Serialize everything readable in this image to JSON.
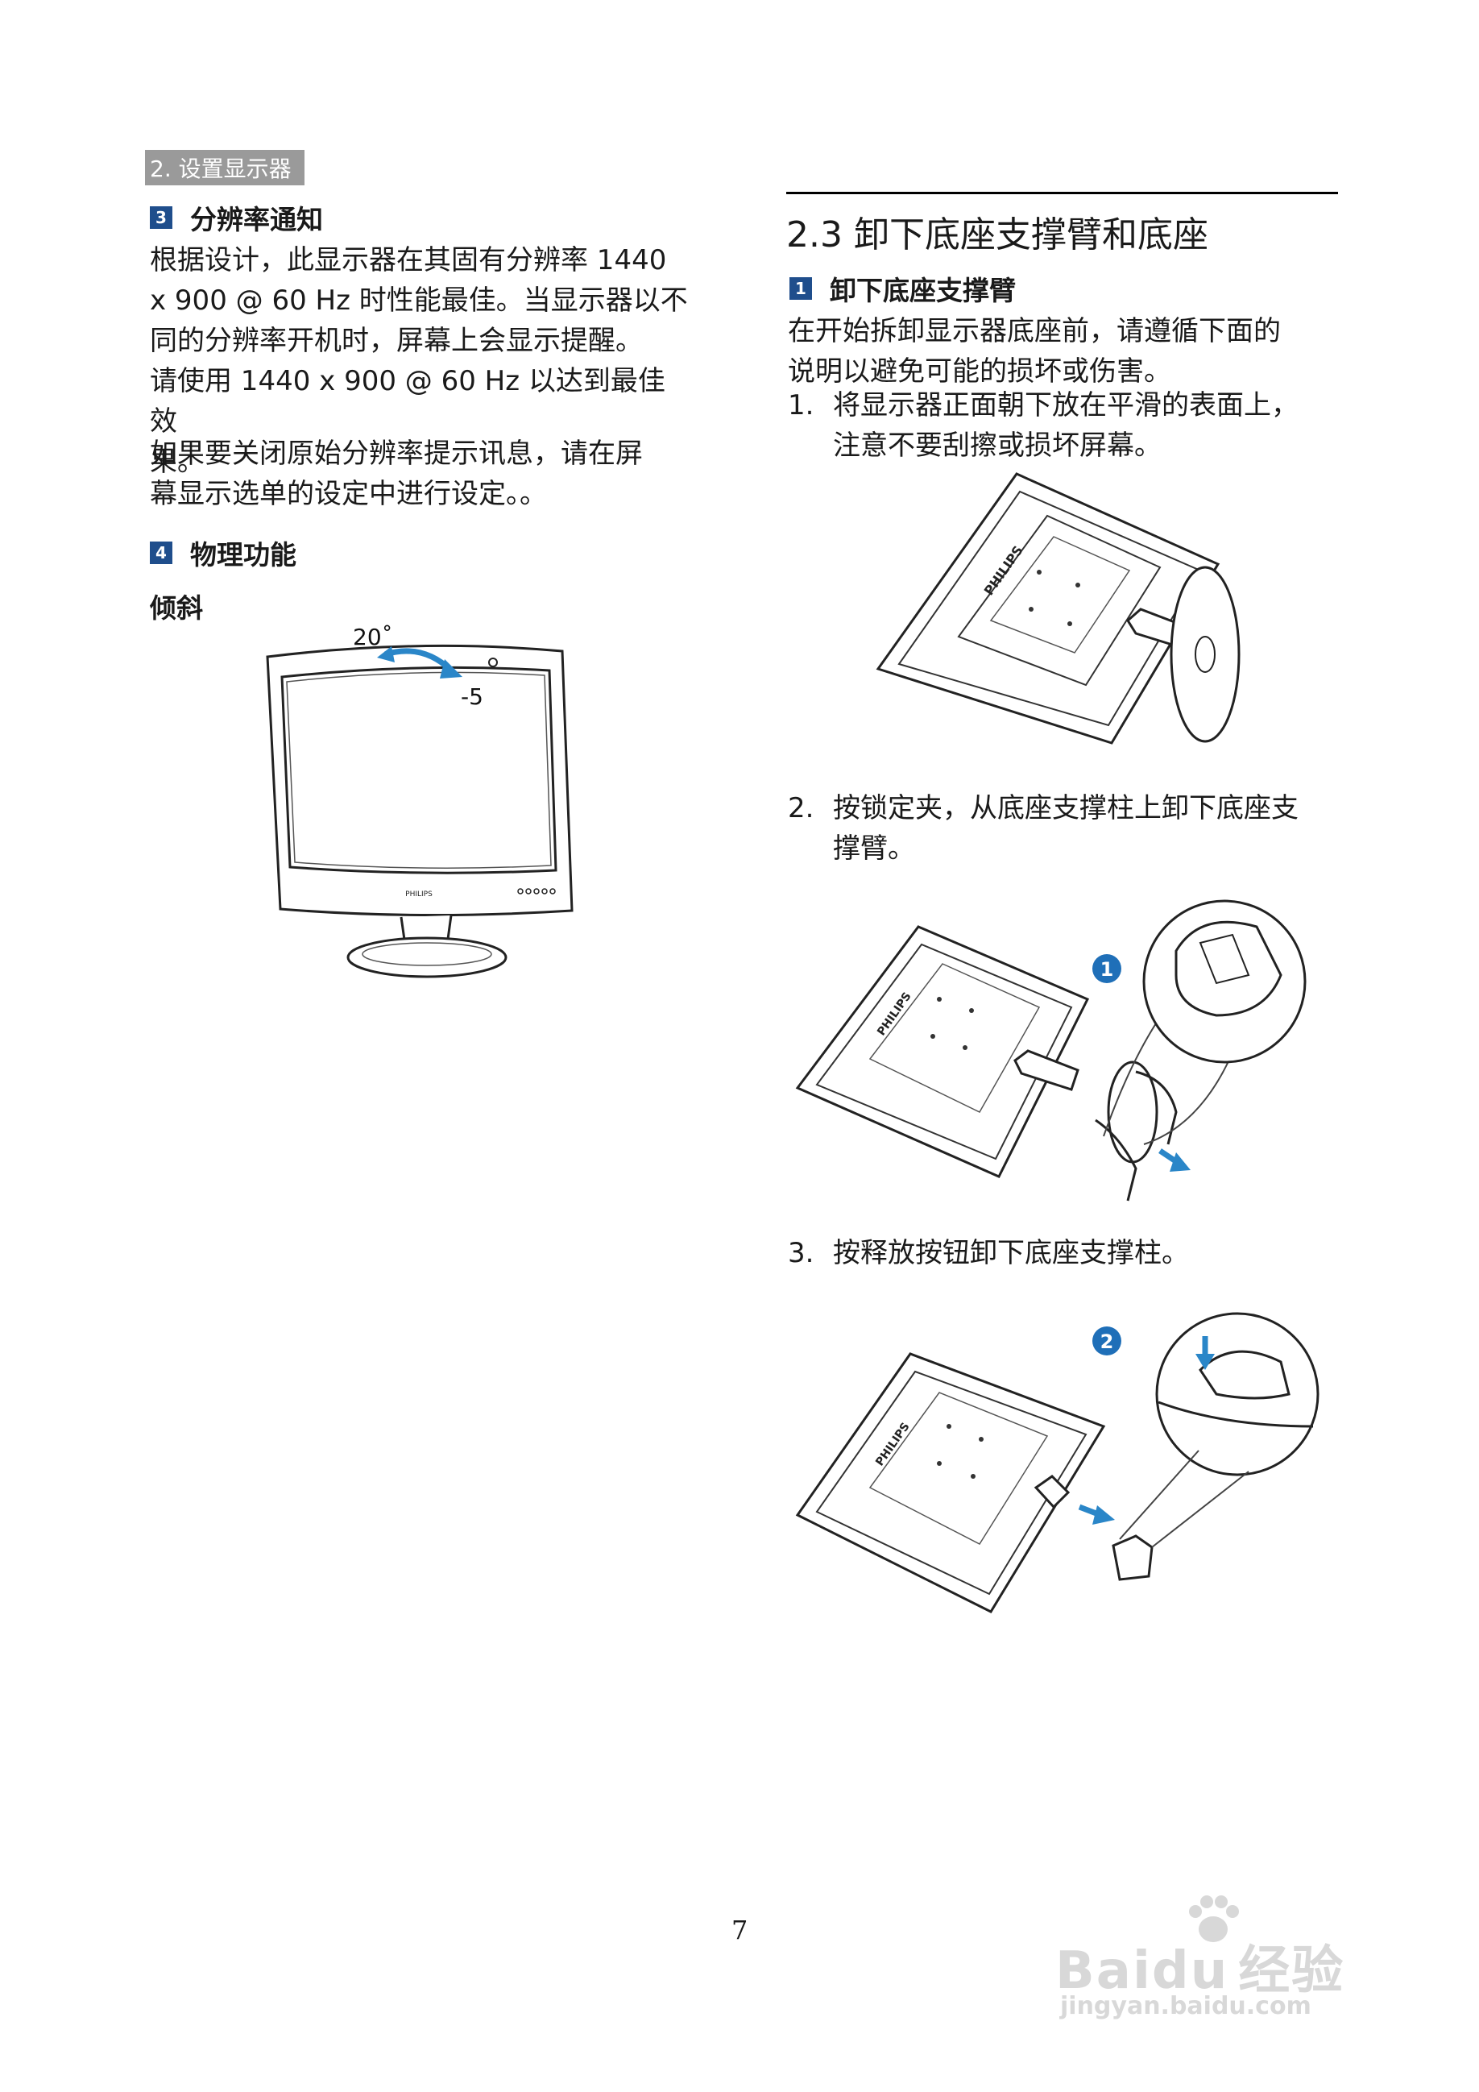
{
  "breadcrumb": "2. 设置显示器",
  "left": {
    "s3": {
      "num": "3",
      "title": "分辨率通知"
    },
    "s3_p1": [
      "根据设计，此显示器在其固有分辨率 1440",
      "x 900 @ 60 Hz 时性能最佳。当显示器以不",
      "同的分辨率开机时，屏幕上会显示提醒。",
      "请使用 1440 x 900 @ 60 Hz 以达到最佳效",
      "果。"
    ],
    "s3_p2": [
      "如果要关闭原始分辨率提示讯息，请在屏",
      "幕显示选单的设定中进行设定。。"
    ],
    "s4": {
      "num": "4",
      "title": "物理功能"
    },
    "tilt_label": "倾斜",
    "tilt_angle_up": "20˚",
    "tilt_angle_down": "-5",
    "brand": "PHILIPS"
  },
  "right": {
    "chapter_title": "2.3  卸下底座支撑臂和底座",
    "s1": {
      "num": "1",
      "title": "卸下底座支撑臂"
    },
    "intro": [
      "在开始拆卸显示器底座前，请遵循下面的",
      "说明以避免可能的损坏或伤害。"
    ],
    "steps": [
      {
        "n": "1.",
        "lines": [
          "将显示器正面朝下放在平滑的表面上，",
          "注意不要刮擦或损坏屏幕。"
        ]
      },
      {
        "n": "2.",
        "lines": [
          "按锁定夹，从底座支撑柱上卸下底座支",
          "撑臂。"
        ]
      },
      {
        "n": "3.",
        "lines": [
          "按释放按钮卸下底座支撑柱。"
        ]
      }
    ],
    "callout1": "1",
    "callout2": "2",
    "brand": "PHILIPS"
  },
  "page_number": "7",
  "watermark": {
    "logo": "Bai",
    "logo2": "du",
    "logo3": "经验",
    "url": "jingyan.baidu.com"
  },
  "colors": {
    "callout_blue": "#1f6fb8",
    "arrow_blue": "#2a86c8",
    "section_box": "#1f4e8c",
    "breadcrumb_bg": "#9a9a9a"
  }
}
